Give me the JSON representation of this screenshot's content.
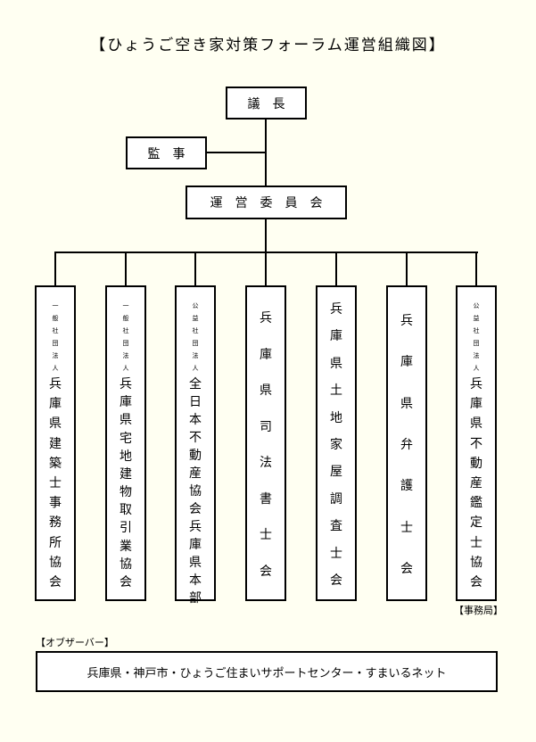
{
  "title": "【ひょうご空き家対策フォーラム運営組織図】",
  "chair": "議　長",
  "auditor": "監　事",
  "committee": "運　営　委　員　会",
  "members": [
    {
      "prefix": "一般社団法人",
      "name": "兵庫県建築士事務所協会"
    },
    {
      "prefix": "一般社団法人",
      "name": "兵庫県宅地建物取引業協会"
    },
    {
      "prefix": "公益社団法人",
      "name": "全日本不動産協会兵庫県本部"
    },
    {
      "prefix": "",
      "name": "兵庫県司法書士会"
    },
    {
      "prefix": "",
      "name": "兵庫県土地家屋調査士会"
    },
    {
      "prefix": "",
      "name": "兵庫県弁護士会"
    },
    {
      "prefix": "公益社団法人",
      "name": "兵庫県不動産鑑定士協会"
    }
  ],
  "secretariat_label": "【事務局】",
  "observer_label": "【オブザーバー】",
  "observers": "兵庫県・神戸市・ひょうご住まいサポートセンター・すまいるネット"
}
